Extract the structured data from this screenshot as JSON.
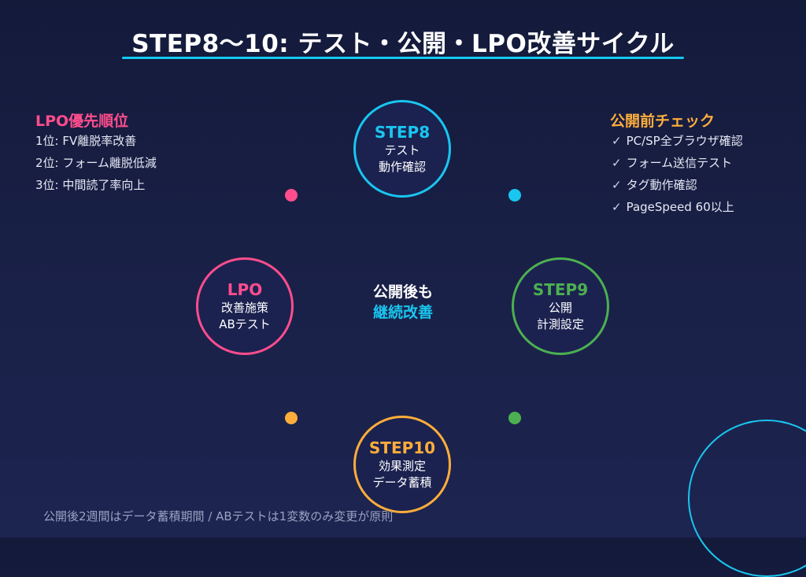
{
  "header": {
    "title": "STEP8〜10: テスト・公開・LPO改善サイクル",
    "accent_color": "#14c8f0"
  },
  "left_panel": {
    "title": "LPO優先順位",
    "title_color": "#ff4d8d",
    "items": [
      "1位: FV離脱率改善",
      "2位: フォーム離脱低減",
      "3位: 中間読了率向上"
    ]
  },
  "right_panel": {
    "title": "公開前チェック",
    "title_color": "#ffae3d",
    "check_mark": "✓",
    "items": [
      "PC/SP全ブラウザ確認",
      "フォーム送信テスト",
      "タグ動作確認",
      "PageSpeed 60以上"
    ]
  },
  "cycle": {
    "center": {
      "line1": "公開後も",
      "line2": "継続改善"
    },
    "nodes": {
      "step8": {
        "head": "STEP8",
        "line1": "テスト",
        "line2": "動作確認",
        "color": "#19c6f0"
      },
      "step9": {
        "head": "STEP9",
        "line1": "公開",
        "line2": "計測設定",
        "color": "#4cb050"
      },
      "step10": {
        "head": "STEP10",
        "line1": "効果測定",
        "line2": "データ蓄積",
        "color": "#ffad3a"
      },
      "lpo": {
        "head": "LPO",
        "line1": "改善施策",
        "line2": "ABテスト",
        "color": "#ff4d8d"
      }
    }
  },
  "footer": {
    "note": "公開後2週間はデータ蓄積期間 / ABテストは1変数のみ変更が原則"
  }
}
